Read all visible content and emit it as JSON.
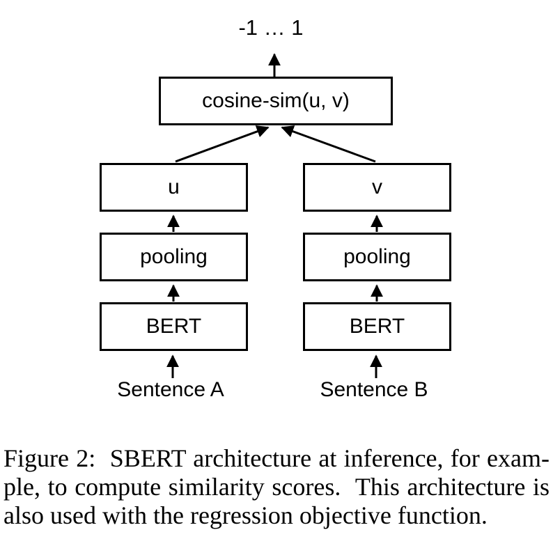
{
  "figure": {
    "output_range": "-1 … 1",
    "similarity_box": "cosine-sim(u, v)",
    "branches": [
      {
        "embedding": "u",
        "pooling": "pooling",
        "encoder": "BERT",
        "input": "Sentence A"
      },
      {
        "embedding": "v",
        "pooling": "pooling",
        "encoder": "BERT",
        "input": "Sentence B"
      }
    ]
  },
  "caption": {
    "lines": [
      "Figure 2:  SBERT architecture at inference, for exam-",
      "ple, to compute similarity scores.  This architecture is",
      "also used with the regression objective function."
    ]
  },
  "colors": {
    "ink": "#000000",
    "background": "#ffffff"
  }
}
